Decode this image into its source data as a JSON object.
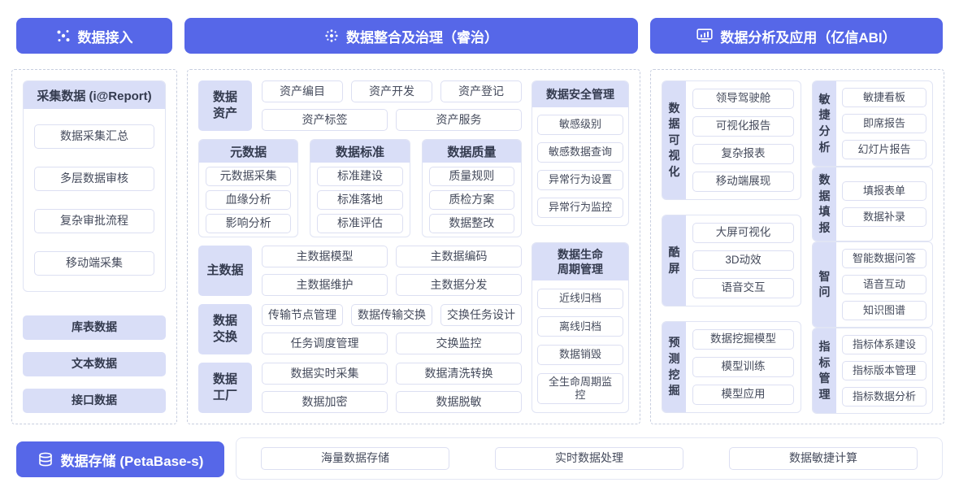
{
  "colors": {
    "accent": "#5667e8",
    "lavender": "#d9def7"
  },
  "headers": [
    {
      "label": "数据接入",
      "icon": "network-dots-icon"
    },
    {
      "label": "数据整合及治理（睿治）",
      "icon": "dot-cluster-icon"
    },
    {
      "label": "数据分析及应用（亿信ABI）",
      "icon": "monitor-chart-icon"
    }
  ],
  "left": {
    "collect": {
      "title": "采集数据 (i@Report)",
      "items": [
        "数据采集汇总",
        "多层数据审核",
        "复杂审批流程",
        "移动端采集"
      ]
    },
    "sources": [
      "库表数据",
      "文本数据",
      "接口数据"
    ]
  },
  "middle": {
    "asset": {
      "label": "数据资产",
      "line1": [
        "资产编目",
        "资产开发",
        "资产登记"
      ],
      "line2": [
        "资产标签",
        "资产服务"
      ]
    },
    "cards": [
      {
        "title": "元数据",
        "items": [
          "元数据采集",
          "血缘分析",
          "影响分析"
        ]
      },
      {
        "title": "数据标准",
        "items": [
          "标准建设",
          "标准落地",
          "标准评估"
        ]
      },
      {
        "title": "数据质量",
        "items": [
          "质量规则",
          "质检方案",
          "数据整改"
        ]
      }
    ],
    "master": {
      "label": "主数据",
      "line1": [
        "主数据模型",
        "主数据编码"
      ],
      "line2": [
        "主数据维护",
        "主数据分发"
      ]
    },
    "exchange": {
      "label": "数据交换",
      "line1": [
        "传输节点管理",
        "数据传输交换",
        "交换任务设计"
      ],
      "line2": [
        "任务调度管理",
        "交换监控"
      ]
    },
    "factory": {
      "label": "数据工厂",
      "line1": [
        "数据实时采集",
        "数据清洗转换"
      ],
      "line2": [
        "数据加密",
        "数据脱敏"
      ]
    },
    "security": {
      "title": "数据安全管理",
      "items": [
        "敏感级别",
        "敏感数据查询",
        "异常行为设置",
        "异常行为监控"
      ]
    },
    "lifecycle": {
      "title": "数据生命周期管理",
      "items": [
        "近线归档",
        "离线归档",
        "数据销毁",
        "全生命周期监控"
      ]
    }
  },
  "right": {
    "col1": [
      {
        "label": "数据可视化",
        "items": [
          "领导驾驶舱",
          "可视化报告",
          "复杂报表",
          "移动端展现"
        ]
      },
      {
        "label": "酷屏",
        "items": [
          "大屏可视化",
          "3D动效",
          "语音交互"
        ]
      },
      {
        "label": "预测挖掘",
        "items": [
          "数据挖掘模型",
          "模型训练",
          "模型应用"
        ]
      }
    ],
    "col2": [
      {
        "label": "敏捷分析",
        "items": [
          "敏捷看板",
          "即席报告",
          "幻灯片报告"
        ]
      },
      {
        "label": "数据填报",
        "items": [
          "填报表单",
          "数据补录"
        ]
      },
      {
        "label": "智问",
        "items": [
          "智能数据问答",
          "语音互动",
          "知识图谱"
        ]
      },
      {
        "label": "指标管理",
        "items": [
          "指标体系建设",
          "指标版本管理",
          "指标数据分析"
        ]
      }
    ]
  },
  "bottom": {
    "storage": {
      "label": "数据存储 (PetaBase-s)",
      "icon": "database-icon"
    },
    "items": [
      "海量数据存储",
      "实时数据处理",
      "数据敏捷计算"
    ]
  }
}
